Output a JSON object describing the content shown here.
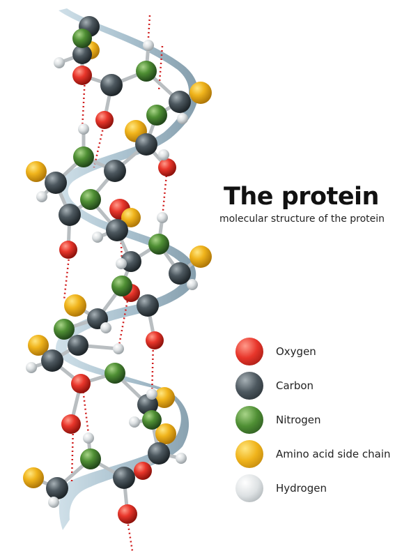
{
  "title": "The protein",
  "subtitle": "molecular structure of the protein",
  "legend": [
    {
      "label": "Oxygen",
      "color": "#d8231c"
    },
    {
      "label": "Carbon",
      "color": "#3e4a51"
    },
    {
      "label": "Nitrogen",
      "color": "#3f7f2a"
    },
    {
      "label": "Amino acid side chain",
      "color": "#e8a712"
    },
    {
      "label": "Hydrogen",
      "color": "#c9ced0"
    }
  ],
  "colors": {
    "ribbon": "#9fbccb",
    "hydrogen_bond": "#d01c1c",
    "bond": "#b9bec1"
  }
}
